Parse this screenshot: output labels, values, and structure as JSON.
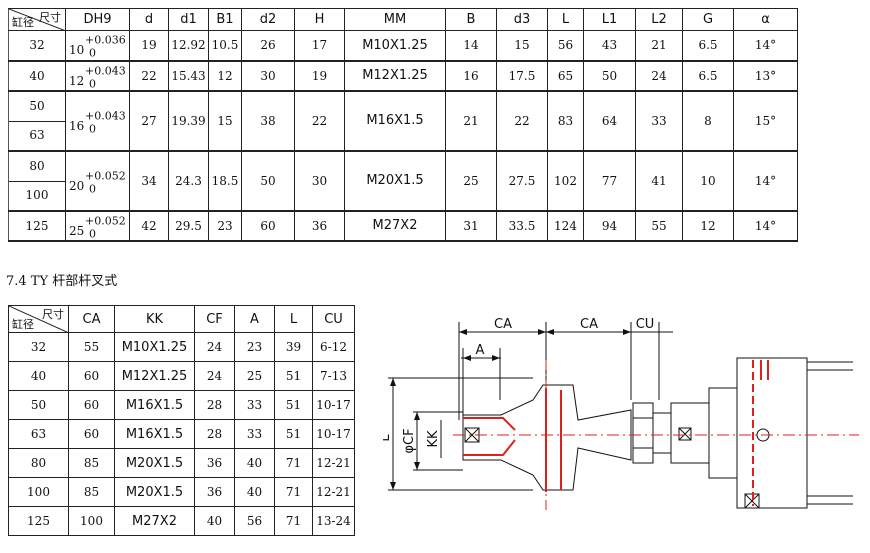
{
  "table1": {
    "corner_top": "尺寸",
    "corner_bottom": "缸径",
    "headers": [
      "DH9",
      "d",
      "d1",
      "B1",
      "d2",
      "H",
      "MM",
      "B",
      "d3",
      "L",
      "L1",
      "L2",
      "G",
      "α"
    ],
    "rows": [
      {
        "bores": [
          "32"
        ],
        "tol": {
          "base": "10",
          "upper": "+0.036",
          "lower": "0"
        },
        "cells": [
          "19",
          "12.92",
          "10.5",
          "26",
          "17",
          "M10X1.25",
          "14",
          "15",
          "56",
          "43",
          "21",
          "6.5",
          "14°"
        ]
      },
      {
        "bores": [
          "40"
        ],
        "tol": {
          "base": "12",
          "upper": "+0.043",
          "lower": "0"
        },
        "cells": [
          "22",
          "15.43",
          "12",
          "30",
          "19",
          "M12X1.25",
          "16",
          "17.5",
          "65",
          "50",
          "24",
          "6.5",
          "13°"
        ]
      },
      {
        "bores": [
          "50",
          "63"
        ],
        "tol": {
          "base": "16",
          "upper": "+0.043",
          "lower": "0"
        },
        "cells": [
          "27",
          "19.39",
          "15",
          "38",
          "22",
          "M16X1.5",
          "21",
          "22",
          "83",
          "64",
          "33",
          "8",
          "15°"
        ]
      },
      {
        "bores": [
          "80",
          "100"
        ],
        "tol": {
          "base": "20",
          "upper": "+0.052",
          "lower": "0"
        },
        "cells": [
          "34",
          "24.3",
          "18.5",
          "50",
          "30",
          "M20X1.5",
          "25",
          "27.5",
          "102",
          "77",
          "41",
          "10",
          "14°"
        ]
      },
      {
        "bores": [
          "125"
        ],
        "tol": {
          "base": "25",
          "upper": "+0.052",
          "lower": "0"
        },
        "cells": [
          "42",
          "29.5",
          "23",
          "60",
          "36",
          "M27X2",
          "31",
          "33.5",
          "124",
          "94",
          "55",
          "12",
          "14°"
        ]
      }
    ]
  },
  "section_title": "7.4 TY 杆部杆叉式",
  "table2": {
    "corner_top": "尺寸",
    "corner_bottom": "缸径",
    "headers": [
      "CA",
      "KK",
      "CF",
      "A",
      "L",
      "CU"
    ],
    "rows": [
      [
        "32",
        "55",
        "M10X1.25",
        "24",
        "23",
        "39",
        "6-12"
      ],
      [
        "40",
        "60",
        "M12X1.25",
        "24",
        "25",
        "51",
        "7-13"
      ],
      [
        "50",
        "60",
        "M16X1.5",
        "28",
        "33",
        "51",
        "10-17"
      ],
      [
        "63",
        "60",
        "M16X1.5",
        "28",
        "33",
        "51",
        "10-17"
      ],
      [
        "80",
        "85",
        "M20X1.5",
        "36",
        "40",
        "71",
        "12-21"
      ],
      [
        "100",
        "85",
        "M20X1.5",
        "36",
        "40",
        "71",
        "12-21"
      ],
      [
        "125",
        "100",
        "M27X2",
        "40",
        "56",
        "71",
        "13-24"
      ]
    ]
  },
  "drawing": {
    "labels": {
      "ca1": "CA",
      "ca2": "CA",
      "cu": "CU",
      "a": "A",
      "l": "L",
      "cf": "φCF",
      "kk": "KK"
    },
    "colors": {
      "line": "#111111",
      "accent": "#e0201c"
    }
  }
}
